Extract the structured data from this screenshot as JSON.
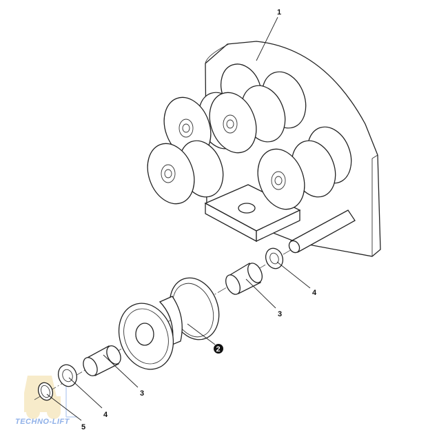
{
  "diagram": {
    "callouts": {
      "plate": "1",
      "roller": "2",
      "sleeve_upper": "3",
      "washer_upper": "4",
      "sleeve_lower": "3",
      "washer_lower": "4",
      "circlip": "5"
    },
    "watermark": "TECHNO-LIFT",
    "colors": {
      "line": "#222222",
      "watermark_logo": "#f2dca0",
      "watermark_text": "#8fb0e8"
    }
  }
}
